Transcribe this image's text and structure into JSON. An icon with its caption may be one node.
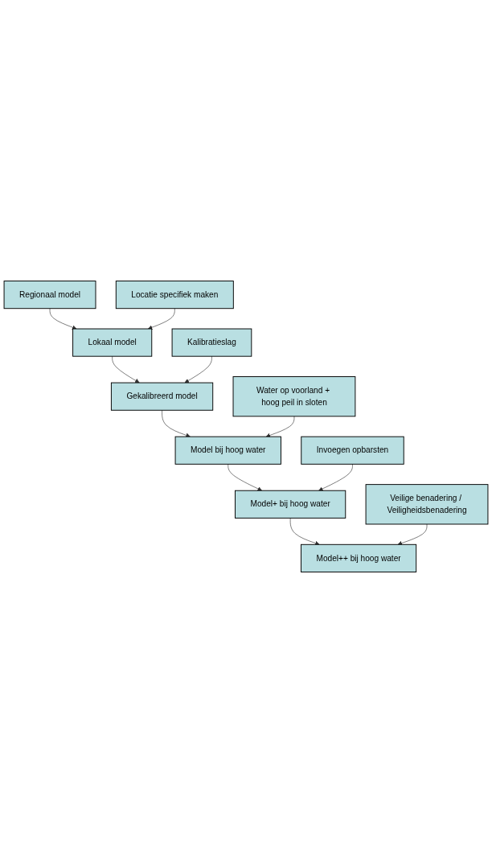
{
  "diagram": {
    "nodes": [
      {
        "text": [
          "Regionaal model"
        ]
      },
      {
        "text": [
          "Locatie specifiek maken"
        ]
      },
      {
        "text": [
          "Lokaal model"
        ]
      },
      {
        "text": [
          "Kalibratieslag"
        ]
      },
      {
        "text": [
          "Gekalibreerd model"
        ]
      },
      {
        "text": [
          "Water op voorland + hoog peil in sloten"
        ]
      },
      {
        "text": [
          "Model bij hoog water"
        ]
      },
      {
        "text": [
          "Invoegen opbarsten"
        ]
      },
      {
        "text": [
          "Model+ bij hoog water"
        ]
      },
      {
        "text": [
          "Veilige benadering / Veiligheidsbenadering"
        ]
      },
      {
        "text": [
          "Model++ bij hoog water"
        ]
      }
    ],
    "edges": [
      {
        "from": 0,
        "to": 2,
        "arrow": "to"
      },
      {
        "from": 1,
        "to": 2,
        "arrow": "to"
      },
      {
        "from": 2,
        "to": 4,
        "arrow": "to"
      },
      {
        "from": 3,
        "to": 4,
        "arrow": "to"
      },
      {
        "from": 4,
        "to": 6,
        "arrow": "to"
      },
      {
        "from": 5,
        "to": 6,
        "arrow": "to"
      },
      {
        "from": 6,
        "to": 8,
        "arrow": "to"
      },
      {
        "from": 7,
        "to": 8,
        "arrow": "to"
      },
      {
        "from": 8,
        "to": 10,
        "arrow": "to"
      },
      {
        "from": 9,
        "to": 10,
        "arrow": "to"
      }
    ]
  }
}
